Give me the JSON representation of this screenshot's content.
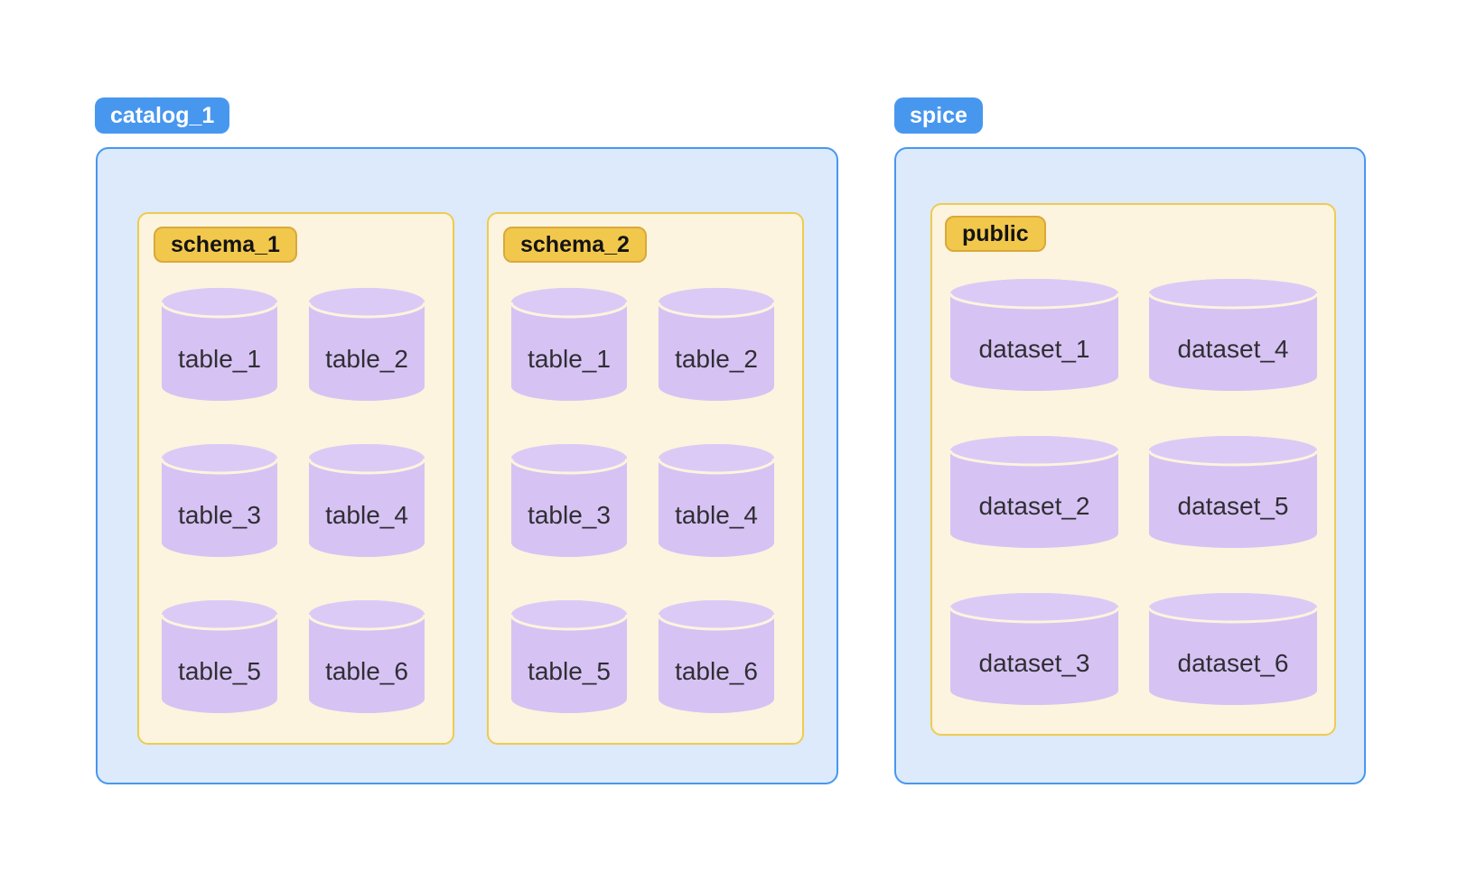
{
  "colors": {
    "page_bg": "#FFFFFF",
    "catalog_badge_bg": "#4897EF",
    "catalog_badge_text": "#FFFFFF",
    "catalog_box_bg": "#DCEAFB",
    "catalog_box_border": "#4897EF",
    "schema_box_bg": "#FCF4DE",
    "schema_box_border": "#EECB52",
    "schema_badge_bg": "#F2C84C",
    "schema_badge_border": "#D9A83C",
    "schema_badge_text": "#141414",
    "cylinder_body": "#D7C2F4",
    "cylinder_top": "#DCCAF6",
    "cylinder_edge": "#FCF4DE",
    "cylinder_label_text": "#2F2F33"
  },
  "diagram": {
    "catalogs": [
      {
        "label": "catalog_1",
        "schemas": [
          {
            "label": "schema_1",
            "tables": [
              "table_1",
              "table_2",
              "table_3",
              "table_4",
              "table_5",
              "table_6"
            ]
          },
          {
            "label": "schema_2",
            "tables": [
              "table_1",
              "table_2",
              "table_3",
              "table_4",
              "table_5",
              "table_6"
            ]
          }
        ]
      },
      {
        "label": "spice",
        "schemas": [
          {
            "label": "public",
            "tables": [
              "dataset_1",
              "dataset_2",
              "dataset_3",
              "dataset_4",
              "dataset_5",
              "dataset_6"
            ]
          }
        ]
      }
    ]
  }
}
